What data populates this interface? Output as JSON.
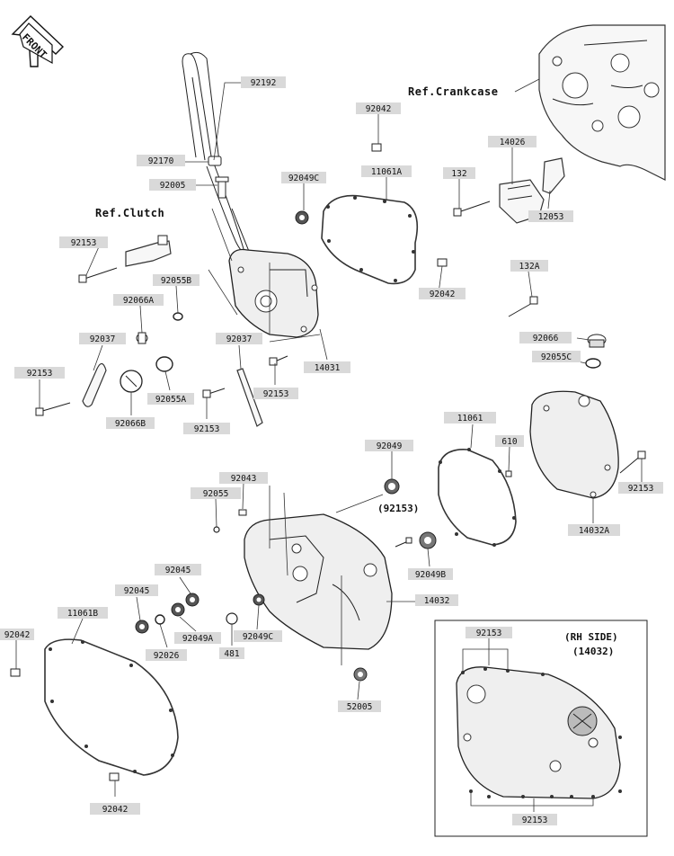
{
  "orientation": {
    "front_label": "FRONT"
  },
  "references": {
    "crankcase": "Ref.Crankcase",
    "clutch": "Ref.Clutch"
  },
  "rh_side": {
    "line1": "(RH SIDE)",
    "line2": "(14032)"
  },
  "parts": {
    "p92192": "92192",
    "p92042_top": "92042",
    "p92170": "92170",
    "p92005": "92005",
    "p92049c_top": "92049C",
    "p11061a": "11061A",
    "p14026": "14026",
    "p132": "132",
    "p12053": "12053",
    "p92153_left_upper": "92153",
    "p92055b": "92055B",
    "p92066a": "92066A",
    "p92042_mid": "92042",
    "p132a": "132A",
    "p92037_left": "92037",
    "p92037_mid": "92037",
    "p92153_left_lower": "92153",
    "p14031": "14031",
    "p92153_mid": "92153",
    "p92055a": "92055A",
    "p92066b": "92066B",
    "p92153_lower_mid": "92153",
    "p92066": "92066",
    "p92055c": "92055C",
    "p11061": "11061",
    "p610": "610",
    "p92153_right": "92153",
    "p14032a": "14032A",
    "p92049": "92049",
    "p92043": "92043",
    "p92055": "92055",
    "p92153_paren": "(92153)",
    "p92049b": "92049B",
    "p92045_upper": "92045",
    "p92045_lower": "92045",
    "p14032": "14032",
    "p11061b": "11061B",
    "p92049a": "92049A",
    "p92049c_low": "92049C",
    "p92042_left": "92042",
    "p92026": "92026",
    "p481": "481",
    "p52005": "52005",
    "p92153_rh_top": "92153",
    "p92042_bottom": "92042",
    "p92153_rh_bottom": "92153"
  }
}
